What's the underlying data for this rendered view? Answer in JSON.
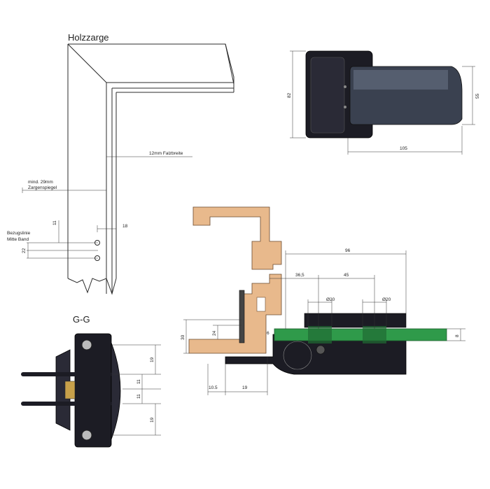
{
  "frame_drawing": {
    "title": "Holzzarge",
    "rebate_label": "12mm Falzbreite",
    "mirror_label_line1": "mind. 29mm",
    "mirror_label_line2": "Zargenspiegel",
    "reference_label_line1": "Bezugslinie",
    "reference_label_line2": "Mitte Band",
    "dim_18": "18",
    "dim_11": "11",
    "dim_22": "22"
  },
  "product_view": {
    "dim_height": "82",
    "dim_barrel": "55",
    "dim_length": "105"
  },
  "section_gg": {
    "title": "G-G",
    "dim_top": "19",
    "dim_mid_upper": "11",
    "dim_mid_lower": "11",
    "dim_bottom": "19"
  },
  "assembly_section": {
    "dim_overall": "96",
    "dim_offset_1": "36,5",
    "dim_offset_2": "45",
    "hole_1": "Ø20",
    "hole_2": "Ø20",
    "dim_glass": "8",
    "dim_30": "30",
    "dim_24": "24",
    "dim_6": "6",
    "dim_10_5": "10.5",
    "dim_19": "19"
  },
  "colors": {
    "wood": "#e8b98c",
    "glass": "#2f9a4a",
    "hinge_body": "#1c1c24"
  }
}
